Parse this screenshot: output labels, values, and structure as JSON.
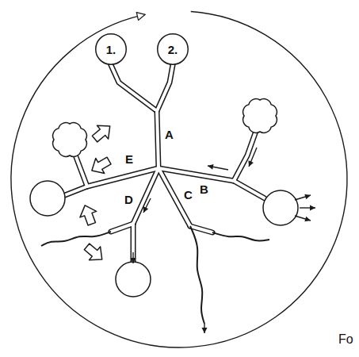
{
  "diagram": {
    "nodes": [
      {
        "text": [
          "1."
        ]
      },
      {
        "text": [
          "2."
        ]
      }
    ],
    "edges": [
      {
        "from": 0,
        "to": 1,
        "arrow": "none"
      }
    ],
    "labels": [
      "A",
      "B",
      "C",
      "D",
      "E",
      "Fo"
    ]
  }
}
